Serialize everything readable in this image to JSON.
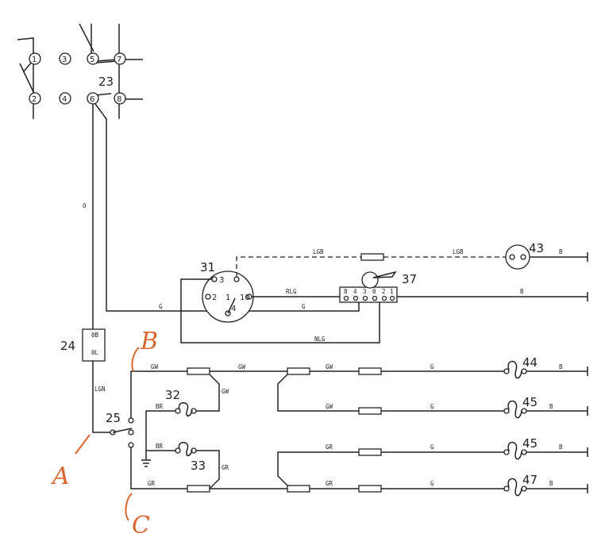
{
  "switch_contacts": [
    "1",
    "2",
    "3",
    "4",
    "5",
    "6",
    "7",
    "8"
  ],
  "components": {
    "ignition_switch": "23",
    "relay": "24",
    "relay_terminals": [
      "0B",
      "0L"
    ],
    "switch_25": "25",
    "lamp_32": "32",
    "lamp_33": "33",
    "switch_31": "31",
    "switch_31_terminals": [
      "3",
      "2",
      "1",
      "4",
      "10"
    ],
    "connector": "37",
    "connector_pins": [
      "8",
      "4",
      "3",
      "0",
      "2",
      "1"
    ],
    "lamp_43": "43",
    "lamp_44": "44",
    "lamp_45a": "45",
    "lamp_45b": "45",
    "lamp_47": "47"
  },
  "wire_labels": {
    "o": "O",
    "g1": "G",
    "g2": "G",
    "rlg": "RLG",
    "nlg": "NLG",
    "lgb1": "LGB",
    "lgb2": "LGB",
    "b43": "B",
    "b37": "B",
    "lgn": "LGN",
    "gw1": "GW",
    "gw2": "GW",
    "gw3": "GW",
    "gw4": "GW",
    "gw5": "GW",
    "g44": "G",
    "b44": "B",
    "g45": "G",
    "b45": "B",
    "br1": "BR",
    "br2": "BR",
    "gr1": "GR",
    "gr2": "GR",
    "gr3": "GR",
    "gr4": "GR",
    "g45b": "G",
    "b45b": "B",
    "g47": "G",
    "b47": "B"
  },
  "annotations": {
    "a": "A",
    "b": "B",
    "c": "C"
  },
  "colors": {
    "ink": "#222222",
    "annotation": "#d9662e"
  }
}
